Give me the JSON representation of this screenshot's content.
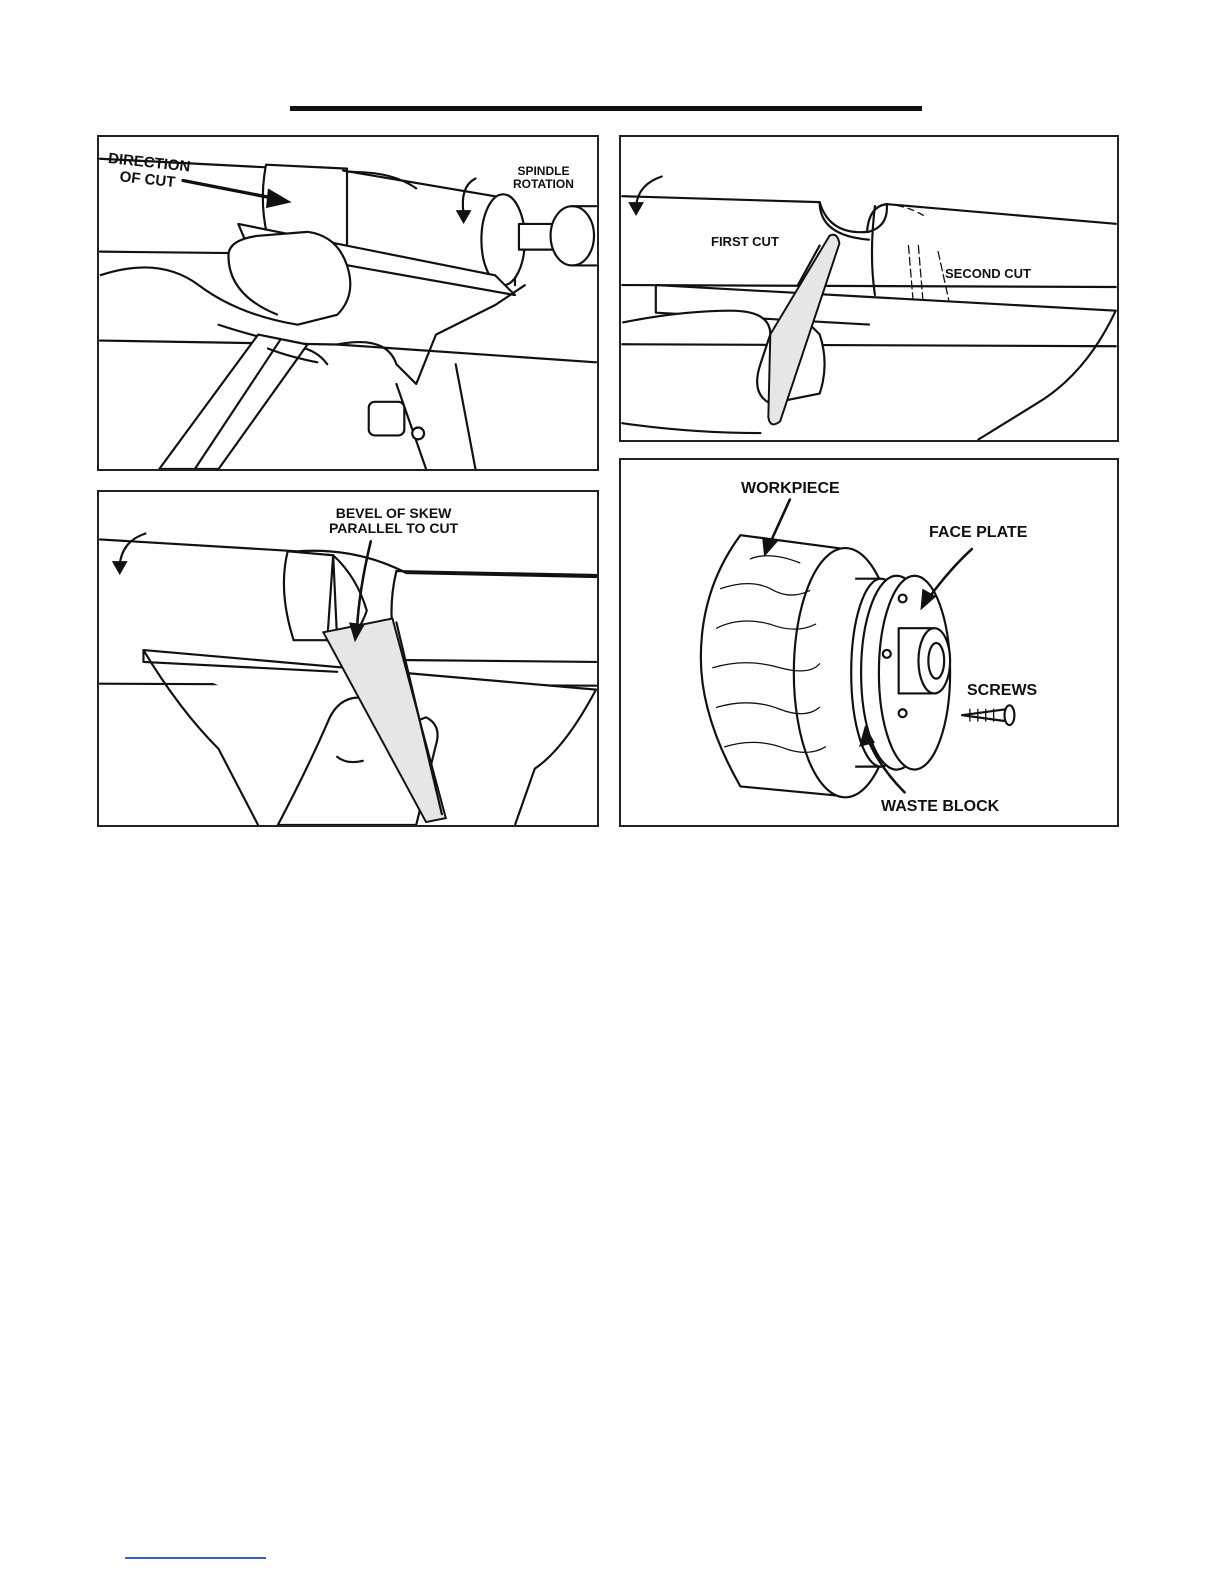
{
  "figure1": {
    "label_direction": "DIRECTION\nOF CUT",
    "label_rotation": "SPINDLE\nROTATION"
  },
  "figure2": {
    "label_first_cut": "FIRST CUT",
    "label_second_cut": "SECOND CUT"
  },
  "figure3": {
    "label_bevel": "BEVEL OF SKEW\nPARALLEL TO CUT"
  },
  "figure4": {
    "label_workpiece": "WORKPIECE",
    "label_face_plate": "FACE PLATE",
    "label_screws": "SCREWS",
    "label_waste_block": "WASTE BLOCK"
  }
}
